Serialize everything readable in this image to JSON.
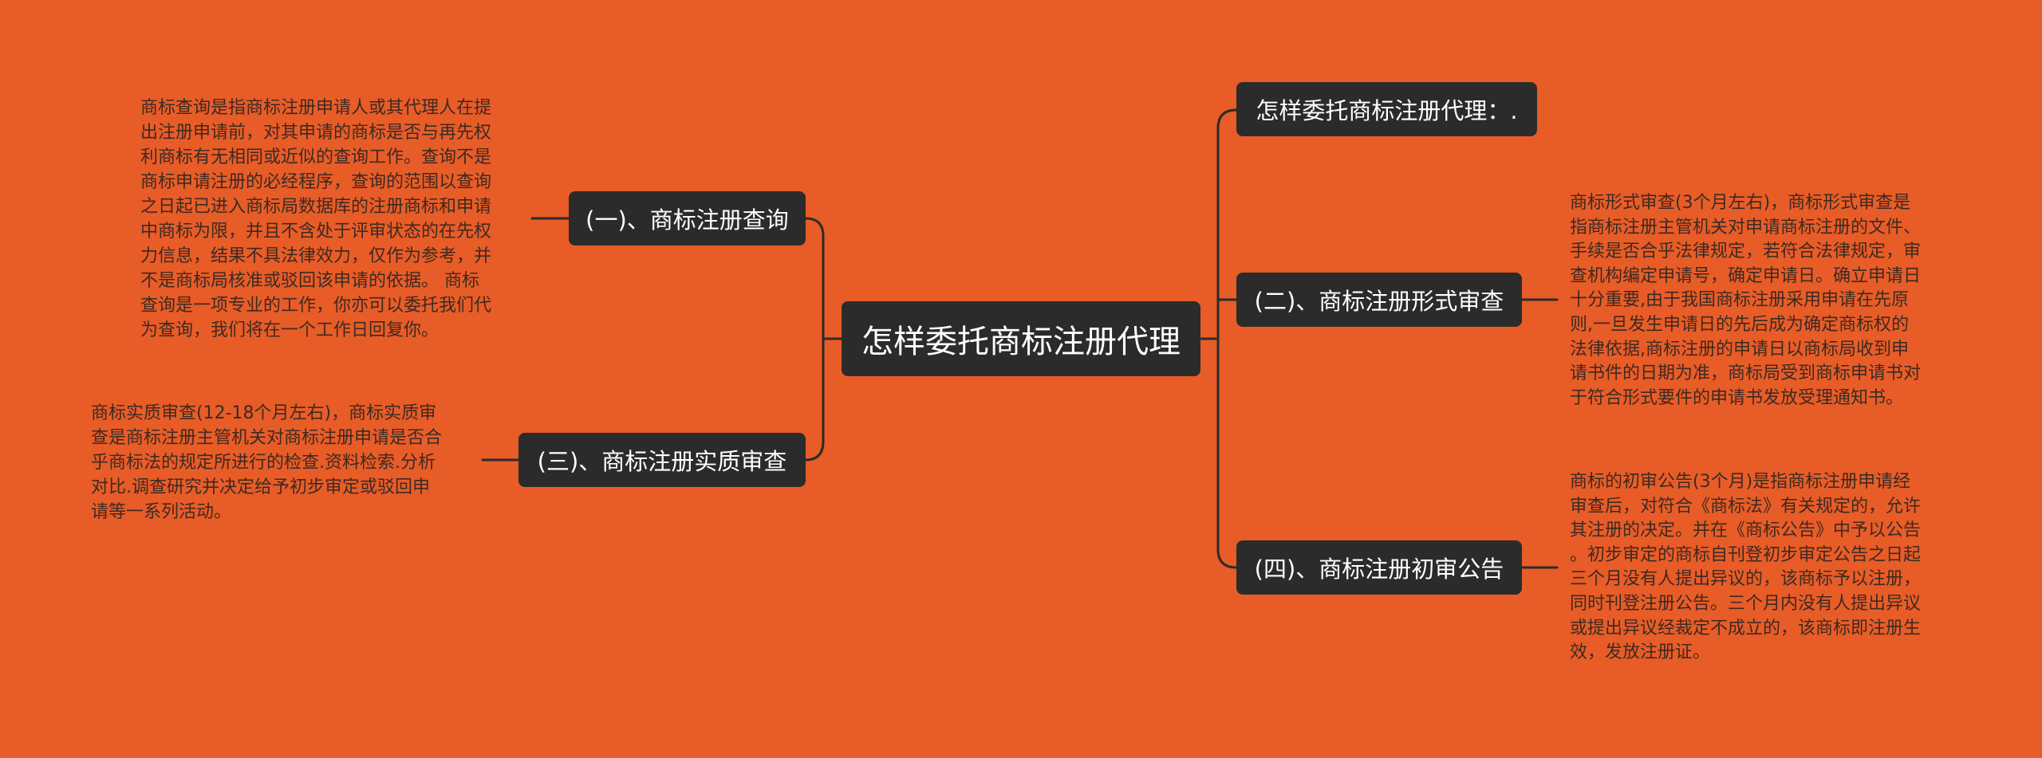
{
  "root": {
    "label": "怎样委托商标注册代理"
  },
  "branches": {
    "b1": {
      "label": "(一)、商标注册查询",
      "note": "商标查询是指商标注册申请人或其代理人在提\n出注册申请前，对其申请的商标是否与再先权\n利商标有无相同或近似的查询工作。查询不是\n商标申请注册的必经程序，查询的范围以查询\n之日起已进入商标局数据库的注册商标和申请\n中商标为限，并且不含处于评审状态的在先权\n力信息，结果不具法律效力，仅作为参考，并\n不是商标局核准或驳回该申请的依据。 商标\n查询是一项专业的工作，你亦可以委托我们代\n为查询，我们将在一个工作日回复你。"
    },
    "b3": {
      "label": "(三)、商标注册实质审查",
      "note": "商标实质审查(12-18个月左右)，商标实质审\n查是商标注册主管机关对商标注册申请是否合\n乎商标法的规定所进行的检查.资料检索.分析\n对比.调查研究并决定给予初步审定或驳回申\n请等一系列活动。"
    },
    "t1": {
      "label": "怎样委托商标注册代理：."
    },
    "b2": {
      "label": "(二)、商标注册形式审查",
      "note": "商标形式审查(3个月左右)，商标形式审查是\n指商标注册主管机关对申请商标注册的文件、\n手续是否合乎法律规定，若符合法律规定，审\n查机构编定申请号，确定申请日。确立申请日\n十分重要,由于我国商标注册采用申请在先原\n则,一旦发生申请日的先后成为确定商标权的\n法律依据,商标注册的申请日以商标局收到申\n请书件的日期为准，商标局受到商标申请书对\n于符合形式要件的申请书发放受理通知书。"
    },
    "b4": {
      "label": "(四)、商标注册初审公告",
      "note": "商标的初审公告(3个月)是指商标注册申请经\n审查后，对符合《商标法》有关规定的，允许\n其注册的决定。并在《商标公告》中予以公告\n。初步审定的商标自刊登初步审定公告之日起\n三个月没有人提出异议的，该商标予以注册，\n同时刊登注册公告。三个月内没有人提出异议\n或提出异议经裁定不成立的，该商标即注册生\n效，发放注册证。"
    }
  },
  "colors": {
    "background": "#e85c27",
    "node": "#2b2b2b",
    "node_text": "#ffffff",
    "connector": "#2b2b2b",
    "note_text": "#3d2a22"
  }
}
